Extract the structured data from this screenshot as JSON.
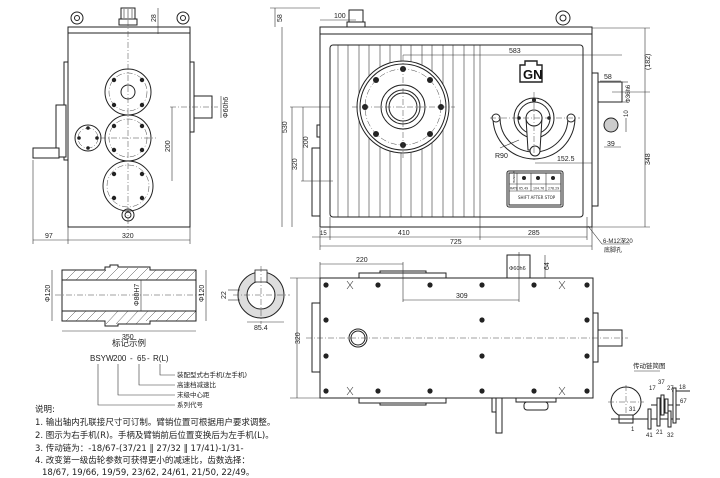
{
  "side_view": {
    "dim_97": "97",
    "dim_320": "320",
    "dim_28": "28",
    "dim_shaft": "Φ60h6",
    "dim_200": "200"
  },
  "hollow_shaft": {
    "dim_od_left": "Φ120",
    "dim_bore": "Φ80H7",
    "dim_od_right": "Φ120",
    "dim_length": "350",
    "dim_key": "22",
    "dim_keyway": "85.4"
  },
  "front_view": {
    "logo": "GN",
    "dim_58_top": "58",
    "dim_100": "100",
    "dim_530": "530",
    "dim_320": "320",
    "dim_200": "200",
    "dim_583": "583",
    "dim_58_right": "58",
    "dim_182": "(182)",
    "dim_36h6": "Φ36h6",
    "dim_10": "10",
    "dim_39": "39",
    "dim_348": "348",
    "dim_r90": "R90",
    "dim_152_5": "152.5",
    "dim_15": "15",
    "dim_410": "410",
    "dim_285": "285",
    "dim_725": "725",
    "foot_holes": "6-M12深20",
    "foot_holes_label": "底脚孔",
    "plate": {
      "handle": "HANDLE",
      "rate": "RATE",
      "ratios": [
        "65.49",
        "104.76",
        "278.29"
      ],
      "shift_note": "SHIFT AFTER STOP"
    }
  },
  "plan_view": {
    "dim_220": "220",
    "dim_309": "309",
    "dim_shaft": "Φ60h6",
    "dim_64": "64",
    "dim_320": "320"
  },
  "marking_example": {
    "title": "标记示例",
    "code": [
      "BSYW",
      "200",
      "65",
      "R(L)"
    ],
    "separators": [
      "-",
      "-"
    ],
    "labels": [
      "装配型式右手机(左手机)",
      "高速档减速比",
      "末级中心距",
      "系列代号"
    ]
  },
  "notes": {
    "title": "说明:",
    "items": [
      "1. 输出轴内孔联接尺寸可订制。臂销位置可根据用户要求调整。",
      "2. 图示为右手机(R)。手柄及臂销前后位置变换后为左手机(L)。",
      "3. 传动链为：-18/67-(37/21 ‖ 27/32 ‖ 17/41)-1/31-",
      "4. 改变第一级齿轮参数可获得更小的减速比，齿数选择：",
      "18/67, 19/66, 19/59, 23/62, 24/61, 21/50, 22/49。"
    ]
  },
  "transmission_diagram": {
    "title": "传动链简图",
    "teeth": [
      "17",
      "37",
      "27",
      "18",
      "67",
      "31",
      "1",
      "41",
      "21",
      "32"
    ]
  }
}
